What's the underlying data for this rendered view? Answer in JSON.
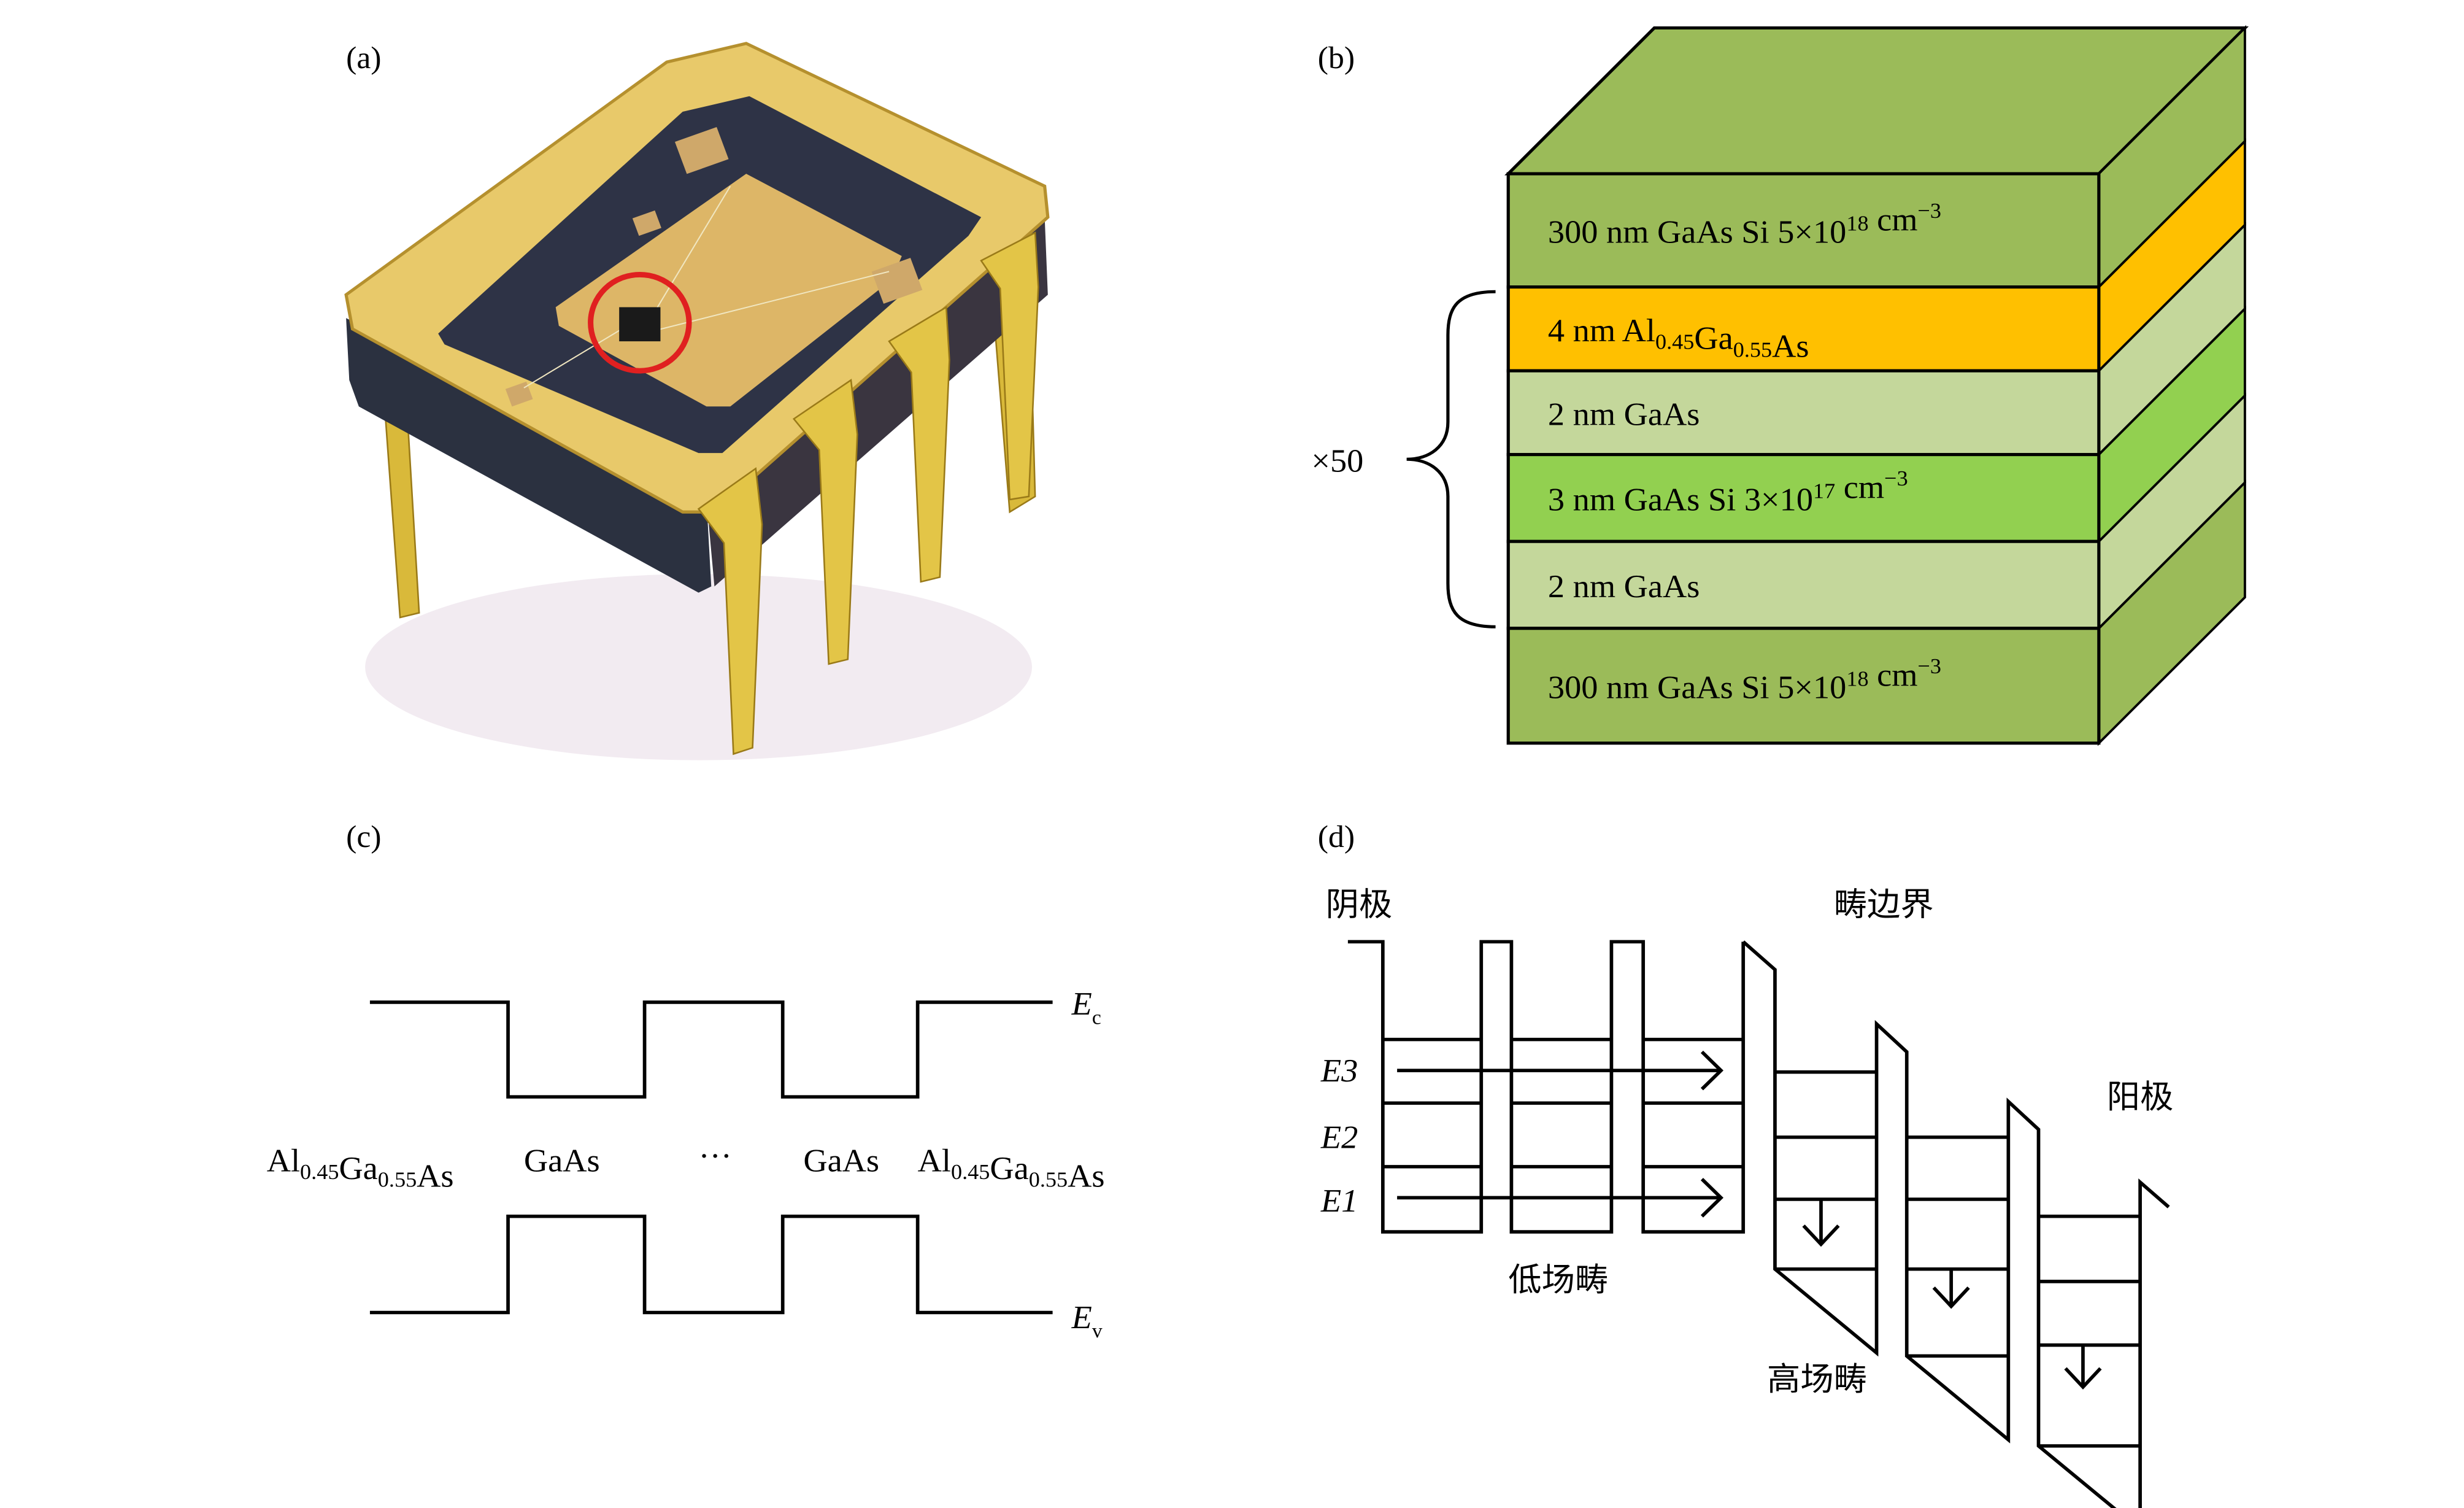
{
  "panels": {
    "a": {
      "label": "(a)",
      "photo_subject": "packaged quantum cascade device chip (8-pin gold DIP package)",
      "highlight_color": "#e02020"
    },
    "b": {
      "label": "(b)",
      "repeat_label": "×50",
      "layers": [
        {
          "text_parts": [
            [
              "300 nm GaAs Si 5×10",
              ""
            ],
            [
              "18",
              "sup"
            ],
            [
              " cm",
              ""
            ],
            [
              "−3",
              "sup"
            ]
          ],
          "color": "#9bbb59",
          "side_color": "#9bbb59",
          "repeated": false
        },
        {
          "text_parts": [
            [
              "4 nm Al",
              ""
            ],
            [
              "0.45",
              "sub"
            ],
            [
              "Ga",
              ""
            ],
            [
              "0.55",
              "sub"
            ],
            [
              "As",
              ""
            ]
          ],
          "color": "#ffc000",
          "side_color": "#ffc000",
          "repeated": true
        },
        {
          "text_parts": [
            [
              "2 nm GaAs",
              ""
            ]
          ],
          "color": "#c4d79b",
          "side_color": "#c4d79b",
          "repeated": true
        },
        {
          "text_parts": [
            [
              "3 nm GaAs  Si 3×10",
              ""
            ],
            [
              "17",
              "sup"
            ],
            [
              " cm",
              ""
            ],
            [
              "−3",
              "sup"
            ]
          ],
          "color": "#92d050",
          "side_color": "#92d050",
          "repeated": true
        },
        {
          "text_parts": [
            [
              "2 nm GaAs",
              ""
            ]
          ],
          "color": "#c4d79b",
          "side_color": "#c4d79b",
          "repeated": true
        },
        {
          "text_parts": [
            [
              "300 nm GaAs  Si 5×10",
              ""
            ],
            [
              "18",
              "sup"
            ],
            [
              " cm",
              ""
            ],
            [
              "−3",
              "sup"
            ]
          ],
          "color": "#9bbb59",
          "side_color": "#9bbb59",
          "repeated": false
        }
      ],
      "top_color": "#9bbb59"
    },
    "c": {
      "label": "(c)",
      "ec_label": "E",
      "ec_sub": "c",
      "ev_label": "E",
      "ev_sub": "v",
      "left_material": [
        [
          "Al",
          ""
        ],
        [
          "0.45",
          "sub"
        ],
        [
          "Ga",
          ""
        ],
        [
          "0.55",
          "sub"
        ],
        [
          "As",
          ""
        ]
      ],
      "left_well": "GaAs",
      "ellipsis": "···",
      "right_well": "GaAs",
      "right_material": [
        [
          "Al",
          ""
        ],
        [
          "0.45",
          "sub"
        ],
        [
          "Ga",
          ""
        ],
        [
          "0.55",
          "sub"
        ],
        [
          "As",
          ""
        ]
      ]
    },
    "d": {
      "label": "(d)",
      "cathode": "阴极",
      "period_boundary": "畴边界",
      "anode": "阳极",
      "low_field_domain": "低场畴",
      "high_field_domain": "高场畴",
      "levels": [
        "E3",
        "E2",
        "E1"
      ]
    }
  }
}
